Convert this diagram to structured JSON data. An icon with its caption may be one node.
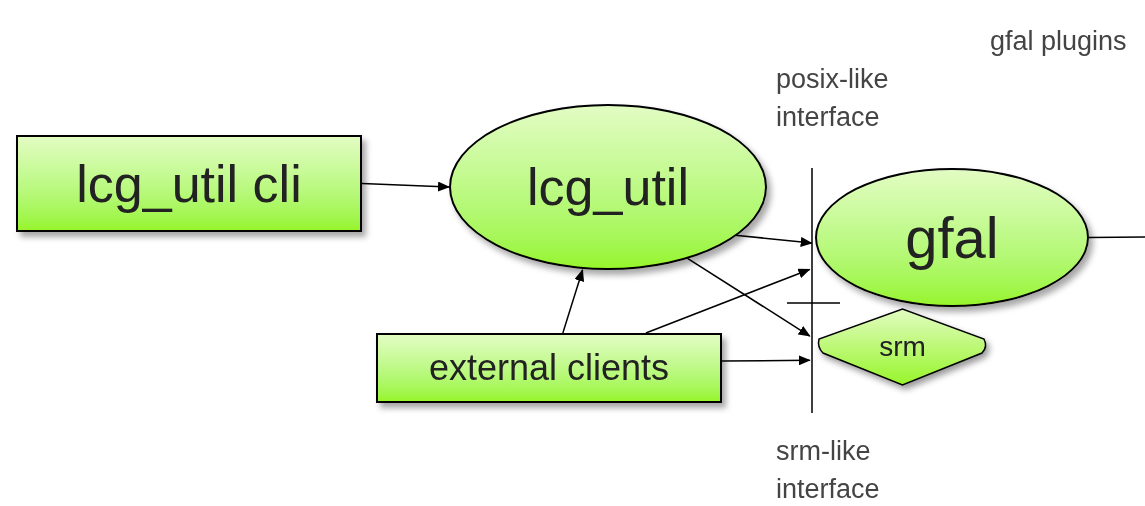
{
  "diagram": {
    "nodes": [
      {
        "text": [
          "lcg_util cli"
        ]
      },
      {
        "text": [
          "lcg_util"
        ]
      },
      {
        "text": [
          "gfal"
        ]
      },
      {
        "text": [
          "srm"
        ]
      },
      {
        "text": [
          "external clients"
        ]
      }
    ],
    "edges": [
      {
        "from": 0,
        "to": 1,
        "arrow": "to"
      },
      {
        "from": 4,
        "to": 1,
        "arrow": "to"
      },
      {
        "from": 1,
        "to": 2,
        "arrow": "to"
      },
      {
        "from": 1,
        "to": 3,
        "arrow": "to"
      },
      {
        "from": 4,
        "to": 2,
        "arrow": "to"
      },
      {
        "from": 4,
        "to": 3,
        "arrow": "to"
      },
      {
        "from": 2,
        "to": null,
        "arrow": "none"
      }
    ],
    "labels": [
      "gfal plugins",
      "posix-like interface",
      "srm-like interface"
    ]
  }
}
